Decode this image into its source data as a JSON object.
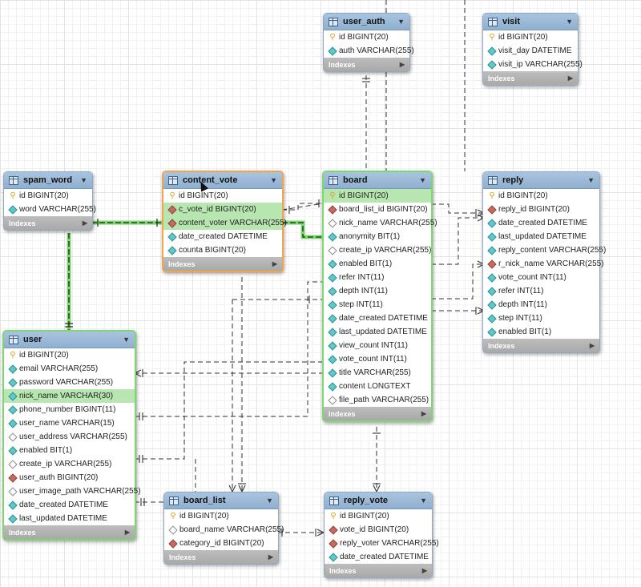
{
  "diagram": {
    "indexes_label": "Indexes",
    "colors": {
      "header": "#95b4d3",
      "highlight_row": "#b8e6b1",
      "selected_border_green": "#7ed86f",
      "selected_border_orange": "#f2a54a",
      "primary_key": "#d3a319",
      "foreign_key": "#c66b5f",
      "not_null": "#5ec9c9"
    },
    "tables": [
      {
        "id": "user_auth",
        "name": "user_auth",
        "columns": [
          {
            "label": "id BIGINT(20)",
            "key": "pk"
          },
          {
            "label": "auth VARCHAR(255)",
            "key": "nn"
          }
        ]
      },
      {
        "id": "visit",
        "name": "visit",
        "columns": [
          {
            "label": "id BIGINT(20)",
            "key": "pk"
          },
          {
            "label": "visit_day DATETIME",
            "key": "nn"
          },
          {
            "label": "visit_ip VARCHAR(255)",
            "key": "nn"
          }
        ]
      },
      {
        "id": "spam_word",
        "name": "spam_word",
        "columns": [
          {
            "label": "id BIGINT(20)",
            "key": "pk"
          },
          {
            "label": "word VARCHAR(255)",
            "key": "nn"
          }
        ]
      },
      {
        "id": "content_vote",
        "name": "content_vote",
        "columns": [
          {
            "label": "id BIGINT(20)",
            "key": "pk"
          },
          {
            "label": "c_vote_id BIGINT(20)",
            "key": "fk",
            "highlight": true
          },
          {
            "label": "content_voter VARCHAR(255)",
            "key": "fk",
            "highlight": true
          },
          {
            "label": "date_created DATETIME",
            "key": "nn"
          },
          {
            "label": "counta BIGINT(20)",
            "key": "nn"
          }
        ]
      },
      {
        "id": "board",
        "name": "board",
        "columns": [
          {
            "label": "id BIGINT(20)",
            "key": "pk",
            "highlight": true
          },
          {
            "label": "board_list_id BIGINT(20)",
            "key": "fk"
          },
          {
            "label": "nick_name VARCHAR(255)",
            "key": "nu"
          },
          {
            "label": "anonymity BIT(1)",
            "key": "nn"
          },
          {
            "label": "create_ip VARCHAR(255)",
            "key": "nu"
          },
          {
            "label": "enabled BIT(1)",
            "key": "nn"
          },
          {
            "label": "refer INT(11)",
            "key": "nn"
          },
          {
            "label": "depth INT(11)",
            "key": "nn"
          },
          {
            "label": "step INT(11)",
            "key": "nn"
          },
          {
            "label": "date_created DATETIME",
            "key": "nn"
          },
          {
            "label": "last_updated DATETIME",
            "key": "nn"
          },
          {
            "label": "view_count INT(11)",
            "key": "nn"
          },
          {
            "label": "vote_count INT(11)",
            "key": "nn"
          },
          {
            "label": "title VARCHAR(255)",
            "key": "nn"
          },
          {
            "label": "content LONGTEXT",
            "key": "nn"
          },
          {
            "label": "file_path VARCHAR(255)",
            "key": "nu"
          }
        ]
      },
      {
        "id": "reply",
        "name": "reply",
        "columns": [
          {
            "label": "id BIGINT(20)",
            "key": "pk"
          },
          {
            "label": "reply_id BIGINT(20)",
            "key": "fk"
          },
          {
            "label": "date_created DATETIME",
            "key": "nn"
          },
          {
            "label": "last_updated DATETIME",
            "key": "nn"
          },
          {
            "label": "reply_content VARCHAR(255)",
            "key": "nn"
          },
          {
            "label": "r_nick_name VARCHAR(255)",
            "key": "fk"
          },
          {
            "label": "vote_count INT(11)",
            "key": "nn"
          },
          {
            "label": "refer INT(11)",
            "key": "nn"
          },
          {
            "label": "depth INT(11)",
            "key": "nn"
          },
          {
            "label": "step INT(11)",
            "key": "nn"
          },
          {
            "label": "enabled BIT(1)",
            "key": "nn"
          }
        ]
      },
      {
        "id": "user",
        "name": "user",
        "columns": [
          {
            "label": "id BIGINT(20)",
            "key": "pk"
          },
          {
            "label": "email VARCHAR(255)",
            "key": "nn"
          },
          {
            "label": "password VARCHAR(255)",
            "key": "nn"
          },
          {
            "label": "nick_name VARCHAR(30)",
            "key": "nn",
            "highlight": true
          },
          {
            "label": "phone_number BIGINT(11)",
            "key": "nn"
          },
          {
            "label": "user_name VARCHAR(15)",
            "key": "nn"
          },
          {
            "label": "user_address VARCHAR(255)",
            "key": "nu"
          },
          {
            "label": "enabled BIT(1)",
            "key": "nn"
          },
          {
            "label": "create_ip VARCHAR(255)",
            "key": "nu"
          },
          {
            "label": "user_auth BIGINT(20)",
            "key": "fk"
          },
          {
            "label": "user_image_path VARCHAR(255)",
            "key": "nu"
          },
          {
            "label": "date_created DATETIME",
            "key": "nn"
          },
          {
            "label": "last_updated DATETIME",
            "key": "nn"
          }
        ]
      },
      {
        "id": "board_list",
        "name": "board_list",
        "columns": [
          {
            "label": "id BIGINT(20)",
            "key": "pk"
          },
          {
            "label": "board_name VARCHAR(255)",
            "key": "nu"
          },
          {
            "label": "category_id BIGINT(20)",
            "key": "fk"
          }
        ]
      },
      {
        "id": "reply_vote",
        "name": "reply_vote",
        "columns": [
          {
            "label": "id BIGINT(20)",
            "key": "pk"
          },
          {
            "label": "vote_id BIGINT(20)",
            "key": "fk"
          },
          {
            "label": "reply_voter VARCHAR(255)",
            "key": "fk"
          },
          {
            "label": "date_created DATETIME",
            "key": "nn"
          }
        ]
      }
    ]
  }
}
